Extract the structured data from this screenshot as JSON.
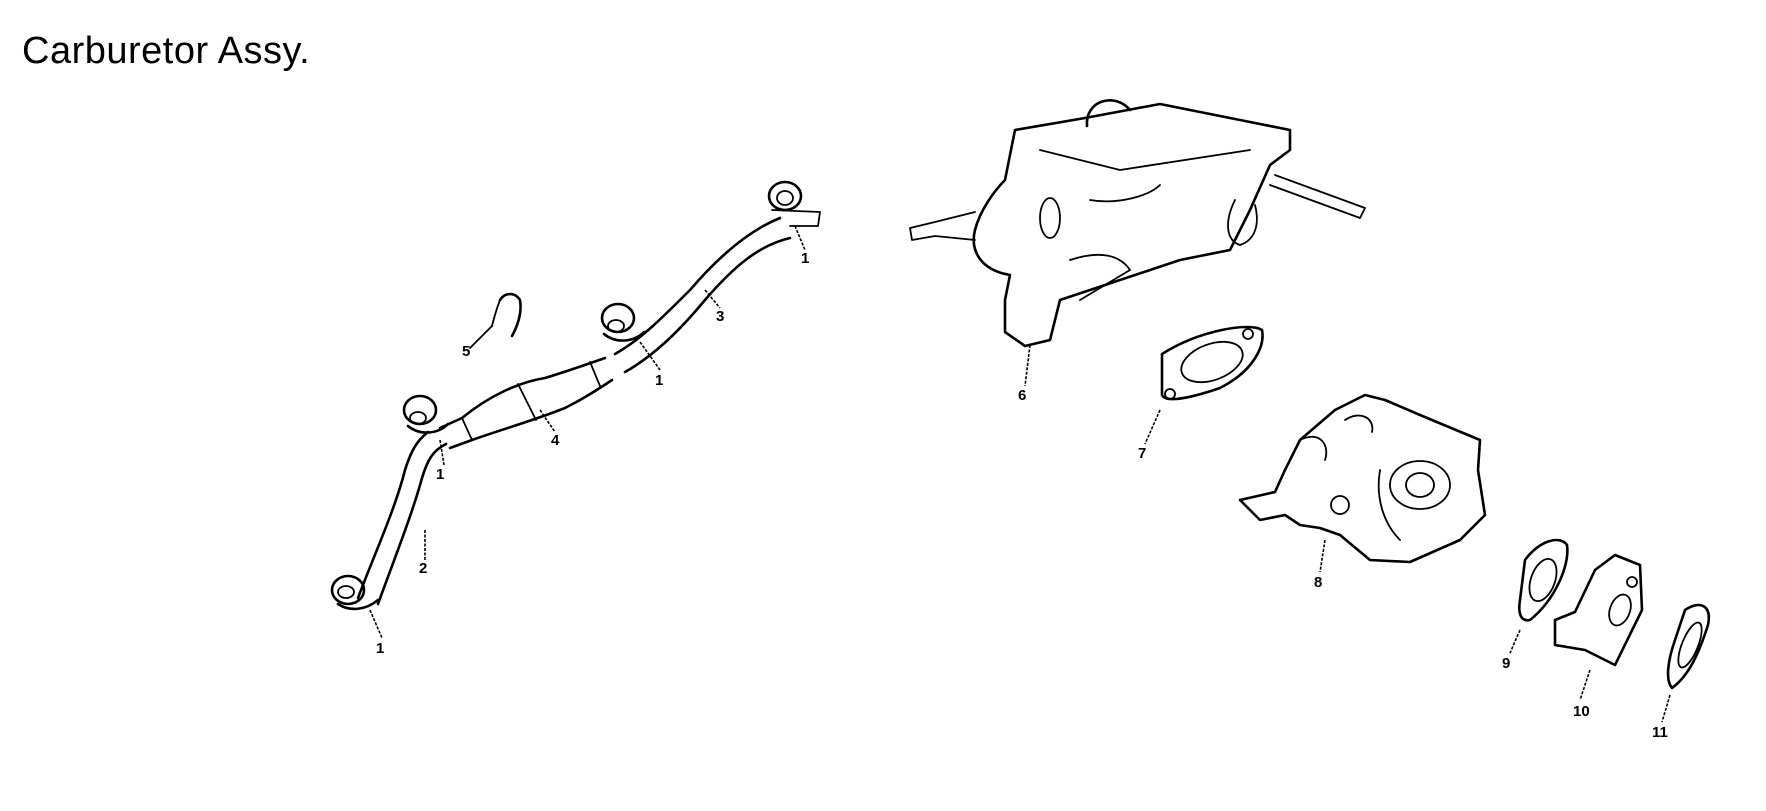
{
  "title": "Carburetor Assy.",
  "parts": [
    {
      "id": "clamp-a",
      "label": "1",
      "name": "Hose clamp"
    },
    {
      "id": "clamp-b",
      "label": "1",
      "name": "Hose clamp"
    },
    {
      "id": "clamp-c",
      "label": "1",
      "name": "Hose clamp"
    },
    {
      "id": "clamp-d",
      "label": "1",
      "name": "Hose clamp"
    },
    {
      "id": "fuel-line-lower",
      "label": "2",
      "name": "Fuel line"
    },
    {
      "id": "fuel-line-upper",
      "label": "3",
      "name": "Fuel line"
    },
    {
      "id": "fuel-filter",
      "label": "4",
      "name": "Fuel filter"
    },
    {
      "id": "clip",
      "label": "5",
      "name": "Clip"
    },
    {
      "id": "air-cleaner-base",
      "label": "6",
      "name": "Air cleaner base"
    },
    {
      "id": "gasket-a",
      "label": "7",
      "name": "Gasket"
    },
    {
      "id": "carburetor",
      "label": "8",
      "name": "Carburetor"
    },
    {
      "id": "gasket-b",
      "label": "9",
      "name": "Gasket"
    },
    {
      "id": "insulator",
      "label": "10",
      "name": "Insulator"
    },
    {
      "id": "gasket-c",
      "label": "11",
      "name": "Gasket"
    }
  ]
}
